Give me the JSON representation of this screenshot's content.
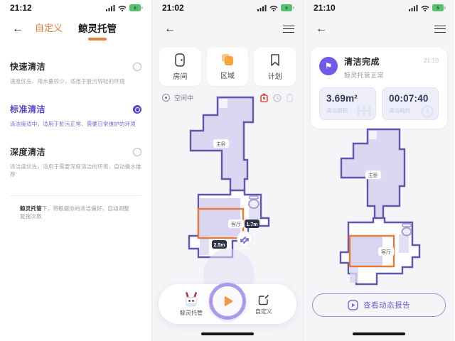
{
  "colors": {
    "accent_orange": "#E8813C",
    "accent_purple": "#6F5BE8",
    "map_room_fill": "#DBD6F1",
    "map_wall_stroke": "#5F57A9",
    "selection_orange": "#E87B3A",
    "measure_badge_bg": "#2E3347",
    "battery_green": "#57C16E"
  },
  "p1": {
    "status_time": "21:12",
    "tabs": {
      "custom": "自定义",
      "managed": "鲸灵托管"
    },
    "options": [
      {
        "title": "快速清洁",
        "desc": "速度优先、用水量较少，适用于脏污较轻的环境",
        "selected": false
      },
      {
        "title": "标准清洁",
        "desc": "清洁度适中，适用于脏污正常、需要日常维护的环境",
        "selected": true
      },
      {
        "title": "深度清洁",
        "desc": "清洁度优先，适用于需要深度清洁的环境，自动换水推荐",
        "selected": false
      }
    ],
    "footer": {
      "bold": "鲸灵托管",
      "rest": "下，将根据你的清洁偏好，自动调整复拖次数"
    }
  },
  "p2": {
    "status_time": "21:02",
    "cards": [
      {
        "label": "房间",
        "icon": "room-door-icon"
      },
      {
        "label": "区域",
        "icon": "zone-squares-icon"
      },
      {
        "label": "计划",
        "icon": "plan-bookmark-icon"
      }
    ],
    "robot_status": "空闲中",
    "alert_icons": [
      "tank-alert-icon",
      "schedule-icon",
      "battery-small-icon"
    ],
    "map": {
      "room_bedroom": "主卧",
      "room_living": "客厅",
      "width_label": "2.5m",
      "height_label": "1.7m"
    },
    "dock": {
      "left_label": "鲸灵托管",
      "right_label": "自定义"
    }
  },
  "p3": {
    "status_time": "21:10",
    "result": {
      "title": "清洁完成",
      "subtitle": "鲸灵托管正常",
      "time": "21:10"
    },
    "stats": [
      {
        "value": "3.69m²",
        "label": "清洁面积"
      },
      {
        "value": "00:07:40",
        "label": "清洁耗时"
      }
    ],
    "map": {
      "room_bedroom": "主卧",
      "room_living": "客厅"
    },
    "report_button": "查看动态报告"
  }
}
